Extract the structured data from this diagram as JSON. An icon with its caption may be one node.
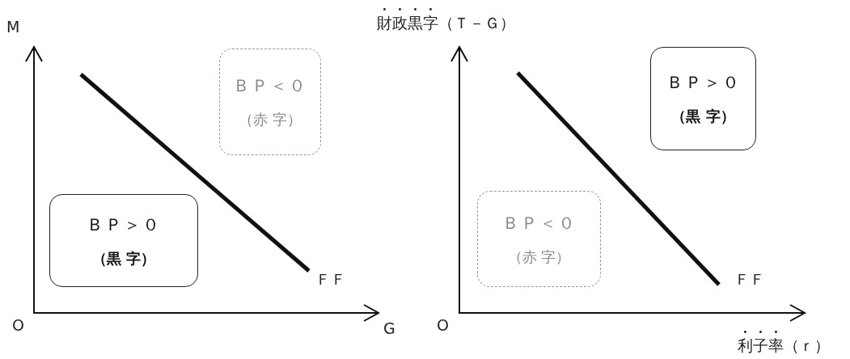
{
  "diagram": {
    "nodes": [
      {
        "text": [
          "ＢＰ＜０",
          "（赤 字）"
        ]
      },
      {
        "text": [
          "ＢＰ＞０",
          "（黒 字）"
        ]
      },
      {
        "text": [
          "ＢＰ＞０",
          "（黒 字）"
        ]
      },
      {
        "text": [
          "ＢＰ＜０",
          "（赤 字）"
        ]
      }
    ],
    "edges": [],
    "labels": [
      "M",
      "O",
      "G",
      "ＦＦ",
      "財政黒字（Ｔ－Ｇ）",
      "O",
      "ＦＦ",
      "利子率（ｒ）"
    ]
  }
}
